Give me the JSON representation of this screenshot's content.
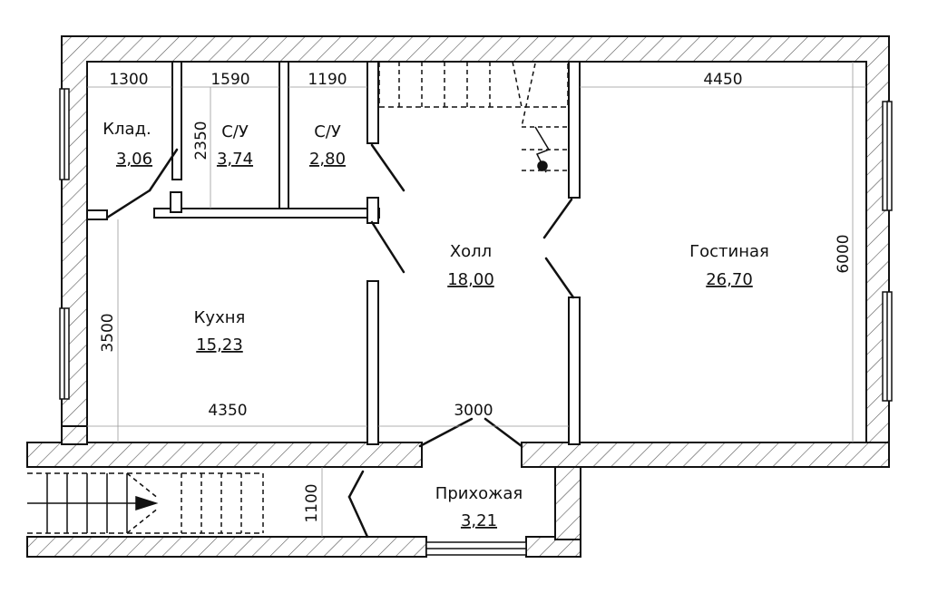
{
  "rooms": {
    "pantry": {
      "name": "Клад.",
      "area": "3,06"
    },
    "bath1": {
      "name": "С/У",
      "area": "3,74"
    },
    "bath2": {
      "name": "С/У",
      "area": "2,80"
    },
    "hall": {
      "name": "Холл",
      "area": "18,00"
    },
    "living": {
      "name": "Гостиная",
      "area": "26,70"
    },
    "kitchen": {
      "name": "Кухня",
      "area": "15,23"
    },
    "entry": {
      "name": "Прихожая",
      "area": "3,21"
    }
  },
  "dimensions": {
    "pantry_width": "1300",
    "bath1_width": "1590",
    "bath2_width": "1190",
    "living_width": "4450",
    "rooms_depth": "2350",
    "living_depth": "6000",
    "kitchen_depth": "3500",
    "kitchen_width": "4350",
    "hall_width": "3000",
    "entry_depth": "1100"
  },
  "colors": {
    "wall": "#111111",
    "hatch": "#444444",
    "background": "#ffffff"
  }
}
